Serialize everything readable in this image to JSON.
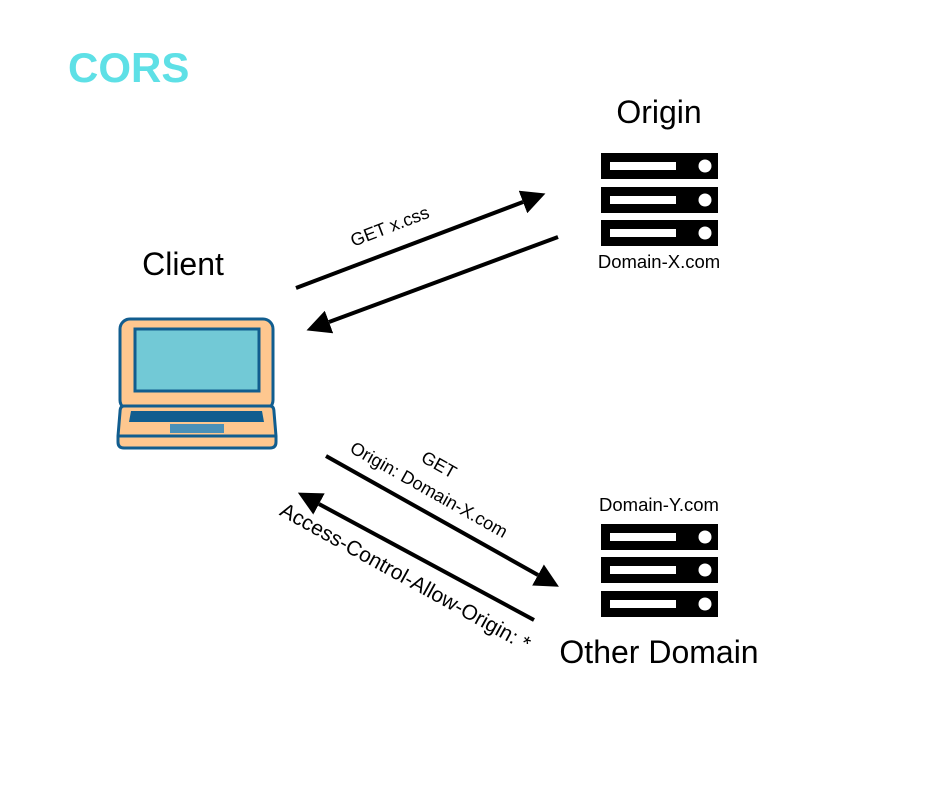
{
  "title": "CORS",
  "colors": {
    "title": "#5ee0e6",
    "laptop_body": "#fec78f",
    "laptop_outline": "#115d8f",
    "laptop_screen": "#72c9d6",
    "laptop_keyboard": "#115d8f",
    "laptop_trackpad": "#4a90b8",
    "server": "#000000",
    "arrow": "#000000"
  },
  "nodes": {
    "client": {
      "label": "Client",
      "icon": "laptop-icon"
    },
    "origin": {
      "label": "Origin",
      "domain": "Domain-X.com",
      "icon": "server-icon"
    },
    "other": {
      "label": "Other Domain",
      "domain": "Domain-Y.com",
      "icon": "server-icon"
    }
  },
  "arrows": {
    "to_origin": {
      "label": "GET x.css",
      "direction": "client-to-origin"
    },
    "from_origin": {
      "label": "",
      "direction": "origin-to-client"
    },
    "to_other": {
      "label_line1": "GET",
      "label_line2": "Origin: Domain-X.com",
      "direction": "client-to-other"
    },
    "from_other": {
      "label": "Access-Control-Allow-Origin: *",
      "direction": "other-to-client"
    }
  }
}
